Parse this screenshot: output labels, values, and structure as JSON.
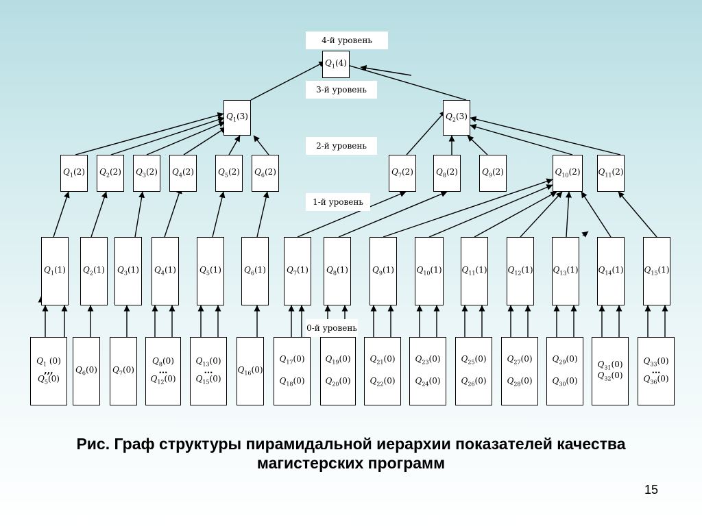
{
  "levels": {
    "l4": "4-й уровень",
    "l3": "3-й уровень",
    "l2": "2-й уровень",
    "l1": "1-й уровень",
    "l0": "0-й уровень"
  },
  "nodes": {
    "top": "Q1(4)",
    "level3": [
      "Q1(3)",
      "Q2(3)"
    ],
    "level2": [
      "Q1(2)",
      "Q2(2)",
      "Q3(2)",
      "Q4(2)",
      "Q5(2)",
      "Q6(2)",
      "Q7(2)",
      "Q8(2)",
      "Q9(2)",
      "Q10(2)",
      "Q11(2)"
    ],
    "level1": [
      "Q1(1)",
      "Q2(1)",
      "Q3(1)",
      "Q4(1)",
      "Q5(1)",
      "Q6(1)",
      "Q7(1)",
      "Q8(1)",
      "Q9(1)",
      "Q10(1)",
      "Q11(1)",
      "Q12(1)",
      "Q13(1)",
      "Q14(1)",
      "Q15(1)"
    ],
    "level0": [
      [
        "Q1 (0)",
        ",,,",
        "Q5(0)"
      ],
      [
        "Q6(0)"
      ],
      [
        "Q7(0)"
      ],
      [
        "Q8(0)",
        "…",
        "Q12(0)"
      ],
      [
        "Q13(0)",
        "…",
        "Q15(0)"
      ],
      [
        "Q16(0)"
      ],
      [
        "Q17(0)",
        "",
        "Q18(0)"
      ],
      [
        "Q19(0)",
        "",
        "Q20(0)"
      ],
      [
        "Q21(0)",
        "",
        "Q22(0)"
      ],
      [
        "Q23(0)",
        "",
        "Q24(0)"
      ],
      [
        "Q25(0)",
        "",
        "Q26(0)"
      ],
      [
        "Q27(0)",
        "",
        "Q28(0)"
      ],
      [
        "Q29(0)",
        "",
        "Q30(0)"
      ],
      [
        "Q31(0)",
        "Q32(0)"
      ],
      [
        "Q33(0)",
        "…",
        "Q36(0)"
      ]
    ]
  },
  "caption": {
    "line1": "Рис.  Граф структуры пирамидальной иерархии показателей качества",
    "line2": "магистерских программ"
  },
  "page_number": "15"
}
